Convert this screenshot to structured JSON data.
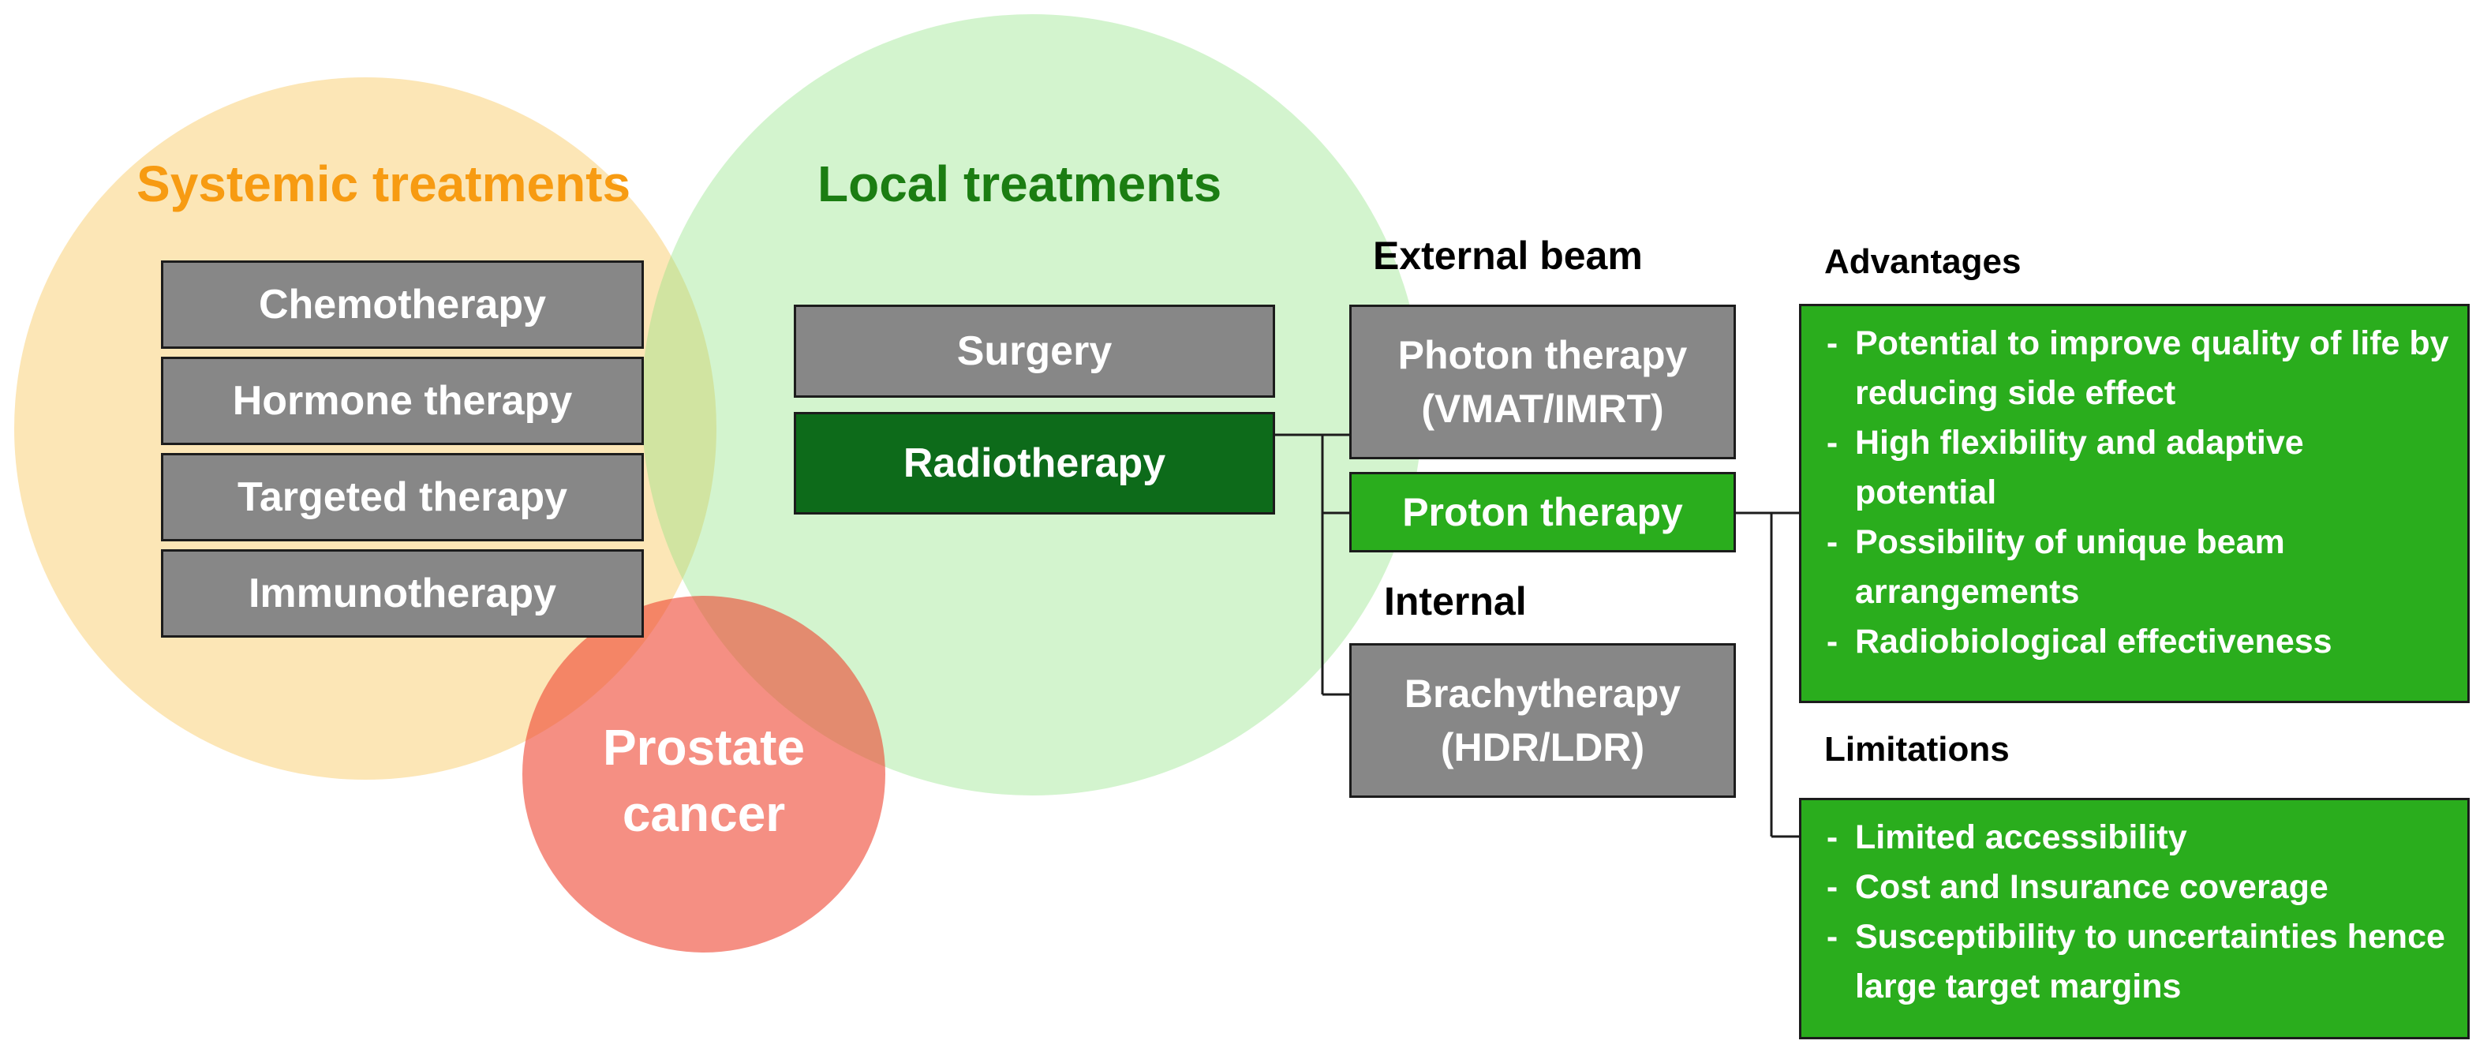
{
  "systemic": {
    "title": "Systemic treatments",
    "items": [
      {
        "name": "chemotherapy-box",
        "label": "Chemotherapy"
      },
      {
        "name": "hormone-therapy-box",
        "label": "Hormone therapy"
      },
      {
        "name": "targeted-therapy-box",
        "label": "Targeted therapy"
      },
      {
        "name": "immunotherapy-box",
        "label": "Immunotherapy"
      }
    ]
  },
  "local": {
    "title": "Local treatments",
    "surgery": "Surgery",
    "radiotherapy": "Radiotherapy"
  },
  "cancer": {
    "line1": "Prostate",
    "line2": "cancer"
  },
  "external_beam": {
    "label": "External beam",
    "photon_line1": "Photon therapy",
    "photon_line2": "(VMAT/IMRT)",
    "proton": "Proton therapy"
  },
  "internal": {
    "label": "Internal",
    "brachy_line1": "Brachytherapy",
    "brachy_line2": "(HDR/LDR)"
  },
  "advantages": {
    "title": "Advantages",
    "items": [
      "Potential to improve quality of life by reducing side effect",
      "High flexibility and adaptive potential",
      "Possibility of unique beam arrangements",
      "Radiobiological effectiveness"
    ]
  },
  "limitations": {
    "title": "Limitations",
    "items": [
      "Limited accessibility",
      "Cost and Insurance coverage",
      "Susceptibility to uncertainties hence large target margins"
    ]
  },
  "bullet_marker": "-",
  "colors": {
    "systemic_circle": "#fbd68a",
    "local_circle": "#c9f0c2",
    "cancer_circle": "#f0806f",
    "systemic_title": "#f79b12",
    "local_title": "#1b7d12",
    "gray_box": "#878787",
    "radiotherapy_box": "#0d6b1a",
    "proton_green": "#2aad1d"
  }
}
